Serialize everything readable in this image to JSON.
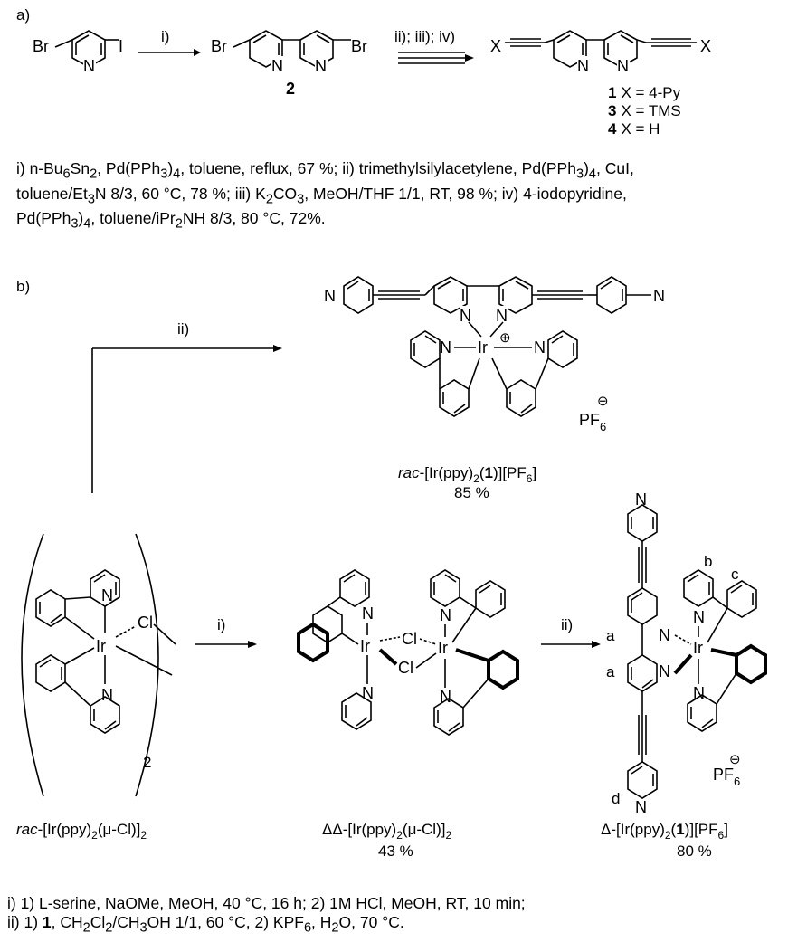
{
  "part_a": {
    "label": "a)",
    "start_material": {
      "left": "Br",
      "right": "I",
      "n": "N"
    },
    "arrow1_label": "i)",
    "compound2": {
      "left": "Br",
      "right": "Br",
      "n1": "N",
      "n2": "N",
      "number": "2"
    },
    "arrow2_label": "ii); iii); iv)",
    "product": {
      "left": "X",
      "right": "X",
      "n1": "N",
      "n2": "N"
    },
    "variants": [
      {
        "num": "1",
        "text": "X = 4-Py"
      },
      {
        "num": "3",
        "text": "X = TMS"
      },
      {
        "num": "4",
        "text": "X = H"
      }
    ],
    "conditions": [
      "i) n-Bu6Sn2, Pd(PPh3)4, toluene, reflux, 67 %; ii) trimethylsilylacetylene, Pd(PPh3)4, CuI,",
      "toluene/Et3N 8/3, 60 °C, 78 %; iii) K2CO3, MeOH/THF 1/1, RT, 98 %; iv) 4-iodopyridine,",
      "Pd(PPh3)4, toluene/iPr2NH 8/3, 80 °C, 72%."
    ]
  },
  "part_b": {
    "label": "b)",
    "top_arrow_label": "ii)",
    "rac_product": {
      "name": "rac-[Ir(ppy)2(1)][PF6]",
      "yield": "85 %",
      "counterion": "PF6",
      "charge": "⊕",
      "anion_charge": "⊖"
    },
    "dimer": {
      "name": "rac-[Ir(ppy)2(μ-Cl)]2",
      "subscript": "2",
      "ir": "Ir",
      "cl": "Cl",
      "n": "N"
    },
    "arrow_i_label": "i)",
    "dd_dimer": {
      "name": "ΔΔ-[Ir(ppy)2(μ-Cl)]2",
      "yield": "43 %"
    },
    "arrow_ii_label": "ii)",
    "delta_product": {
      "name": "Δ-[Ir(ppy)2(1)][PF6]",
      "yield": "80 %",
      "counterion": "PF6",
      "proton_labels": [
        "a",
        "a",
        "b",
        "c",
        "d"
      ]
    },
    "conditions": [
      "i) 1) L-serine, NaOMe, MeOH, 40 °C, 16 h; 2) 1M HCl, MeOH, RT, 10 min;",
      "ii) 1) 1, CH2Cl2/CH3OH 1/1, 60 °C, 2) KPF6, H2O, 70 °C."
    ]
  }
}
